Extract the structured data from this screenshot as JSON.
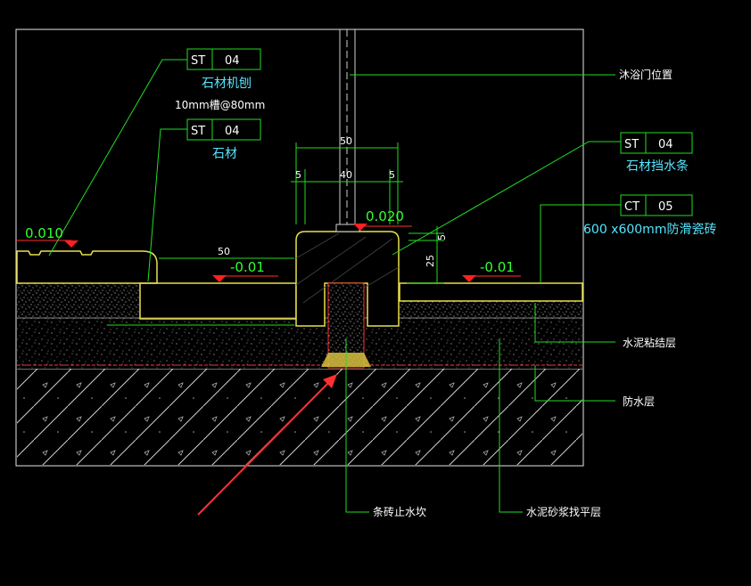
{
  "tags": {
    "st1": {
      "code": "ST",
      "num": "04"
    },
    "st2": {
      "code": "ST",
      "num": "04"
    },
    "st3": {
      "code": "ST",
      "num": "04"
    },
    "ct": {
      "code": "CT",
      "num": "05"
    }
  },
  "labels": {
    "stone_planed": "石材机刨",
    "groove_spec": "10mm槽@80mm",
    "stone": "石材",
    "shower_door": "沐浴门位置",
    "stone_water_bar": "石材挡水条",
    "tile_spec": "600 x600mm防滑瓷砖",
    "cement_bond": "水泥粘结层",
    "waterproof": "防水层",
    "brick_stop": "条砖止水坎",
    "mortar_level": "水泥砂浆找平层"
  },
  "levels": {
    "left": "0.010",
    "top": "0.020",
    "mid_left": "-0.01",
    "mid_right": "-0.01"
  },
  "dims": {
    "d50_top": "50",
    "d5_left": "5",
    "d40": "40",
    "d5_right": "5",
    "d50_bottom": "50",
    "d5_side": "5",
    "d25": "25"
  },
  "colors": {
    "annotation": "#22dd22",
    "outline": "#e8e04a",
    "text": "#ffffff",
    "cyan": "#55e6ff",
    "marker": "#ff2020",
    "arrow": "#ff3030"
  }
}
